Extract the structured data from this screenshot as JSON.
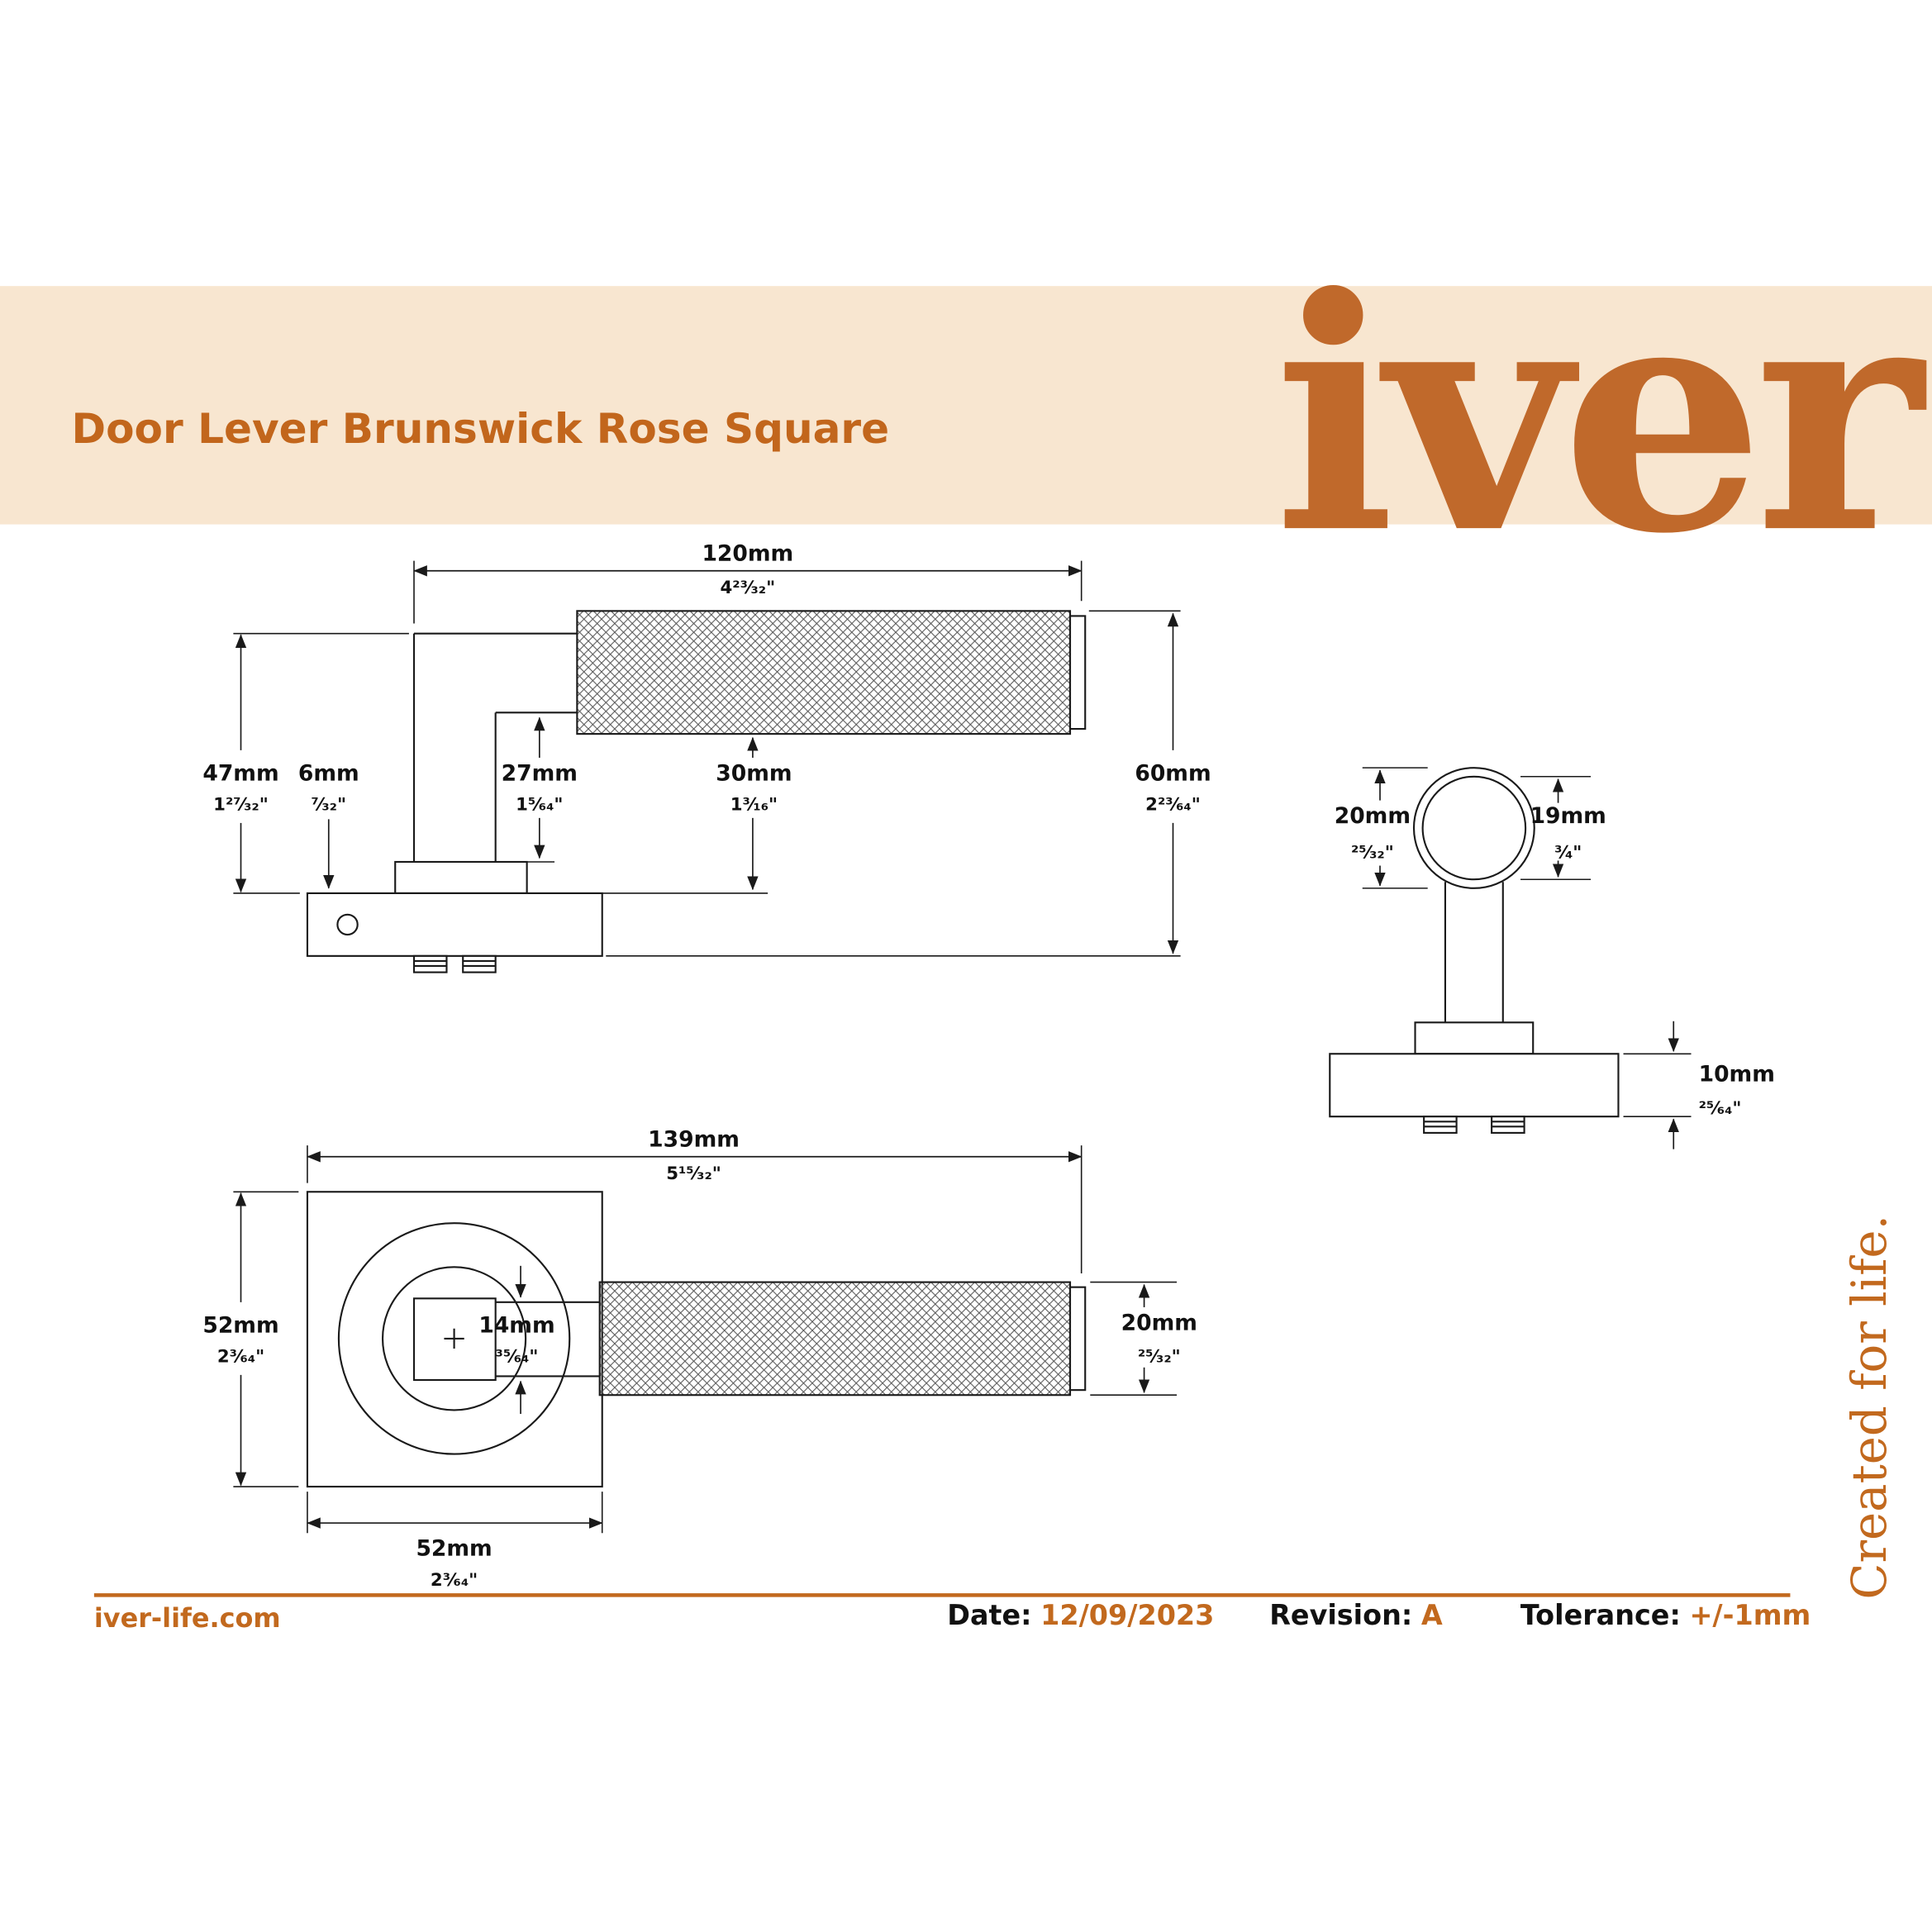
{
  "colors": {
    "accent": "#c2691e",
    "banner_bg": "#f8e6d0",
    "line": "#1a1a1a"
  },
  "banner": {
    "title": "Door Lever Brunswick Rose Square",
    "logo_text": "iver"
  },
  "tagline": "Created for life.",
  "dims": {
    "d120": {
      "mm": "120mm",
      "in": "4²³⁄₃₂\""
    },
    "d47": {
      "mm": "47mm",
      "in": "1²⁷⁄₃₂\""
    },
    "d6": {
      "mm": "6mm",
      "in": "⁷⁄₃₂\""
    },
    "d27": {
      "mm": "27mm",
      "in": "1⁵⁄₆₄\""
    },
    "d30": {
      "mm": "30mm",
      "in": "1³⁄₁₆\""
    },
    "d60": {
      "mm": "60mm",
      "in": "2²³⁄₆₄\""
    },
    "d20side": {
      "mm": "20mm",
      "in": "²⁵⁄₃₂\""
    },
    "d19": {
      "mm": "19mm",
      "in": "³⁄₄\""
    },
    "d10": {
      "mm": "10mm",
      "in": "²⁵⁄₆₄\""
    },
    "d139": {
      "mm": "139mm",
      "in": "5¹⁵⁄₃₂\""
    },
    "d52left": {
      "mm": "52mm",
      "in": "2³⁄₆₄\""
    },
    "d14": {
      "mm": "14mm",
      "in": "³⁵⁄₆₄\""
    },
    "d20plan": {
      "mm": "20mm",
      "in": "²⁵⁄₃₂\""
    },
    "d52bottom": {
      "mm": "52mm",
      "in": "2³⁄₆₄\""
    }
  },
  "footer": {
    "website": "iver-life.com",
    "date_label": "Date:",
    "date_value": "12/09/2023",
    "revision_label": "Revision:",
    "revision_value": "A",
    "tolerance_label": "Tolerance:",
    "tolerance_value": "+/-1mm"
  }
}
